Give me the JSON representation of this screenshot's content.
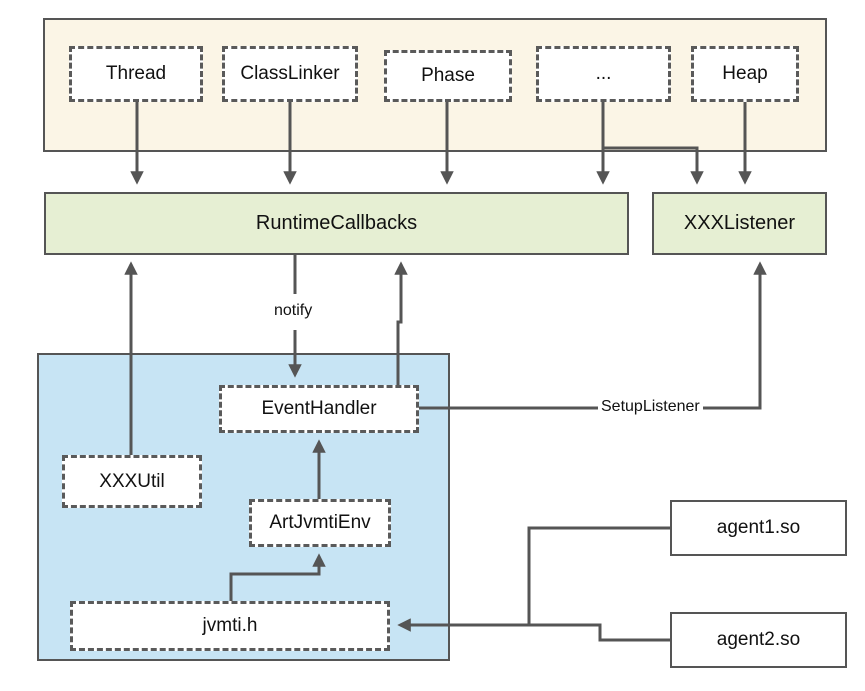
{
  "diagram": {
    "top_group": {
      "color": "#fbf5e6",
      "nodes": [
        "Thread",
        "ClassLinker",
        "Phase",
        "...",
        "Heap"
      ]
    },
    "runtime_callbacks": {
      "label": "RuntimeCallbacks",
      "color": "#e6efd3"
    },
    "listener": {
      "label": "XXXListener",
      "color": "#e6efd3"
    },
    "bottom_group": {
      "color": "#c7e4f4",
      "event_handler": "EventHandler",
      "util": "XXXUtil",
      "env": "ArtJvmtiEnv",
      "header": "jvmti.h"
    },
    "agents": [
      "agent1.so",
      "agent2.so"
    ],
    "edge_labels": {
      "notify": "notify",
      "setup_listener": "SetupListener"
    },
    "line_color": "#555555"
  }
}
